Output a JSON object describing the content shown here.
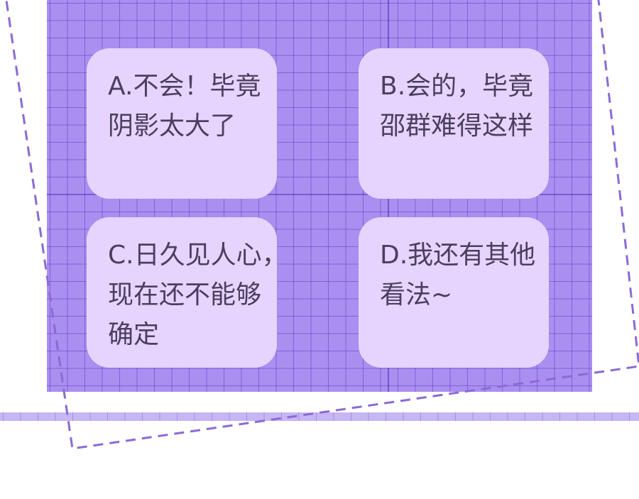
{
  "options": [
    {
      "id": "A",
      "lines": [
        "A.不会！毕竟",
        "阴影太大了"
      ]
    },
    {
      "id": "B",
      "lines": [
        "B.会的，毕竟",
        "邵群难得这样"
      ]
    },
    {
      "id": "C",
      "lines": [
        "C.日久见人心，",
        "现在还不能够",
        "确定"
      ]
    },
    {
      "id": "D",
      "lines": [
        "D.我还有其他",
        "看法~"
      ]
    }
  ],
  "colors": {
    "grid_background": "#ab8ff0",
    "grid_lines": "#5c3cc4",
    "card_background": "#e7d4fe",
    "card_text": "#4b3f5e",
    "dashed_frame": "#8a6ad4",
    "bottom_band": "#c6b6f2"
  }
}
